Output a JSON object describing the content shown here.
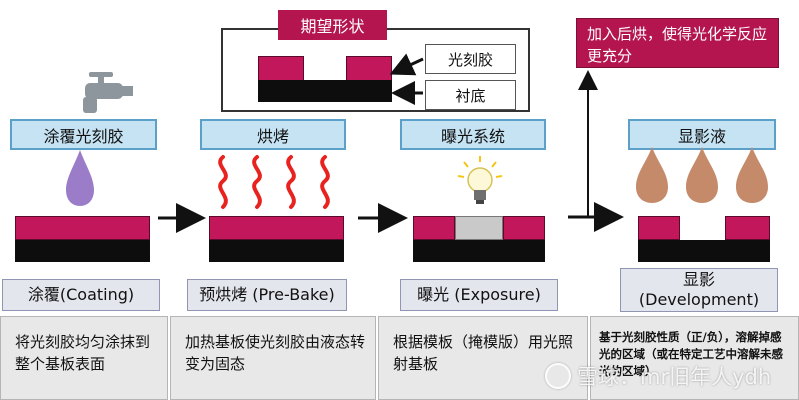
{
  "target": {
    "title": "期望形状",
    "photoresist_label": "光刻胶",
    "substrate_label": "衬底"
  },
  "post_bake_note": "加入后烘，使得光化学反应更充分",
  "steps": [
    {
      "header": "涂覆光刻胶",
      "name": "涂覆(Coating)",
      "description": "将光刻胶均匀涂抹到整个基板表面"
    },
    {
      "header": "烘烤",
      "name": "预烘烤 (Pre-Bake)",
      "description": "加热基板使光刻胶由液态转变为固态"
    },
    {
      "header": "曝光系统",
      "name": "曝光 (Exposure)",
      "description": "根据模板（掩模版）用光照射基板"
    },
    {
      "header": "显影液",
      "name_line1": "显影",
      "name_line2": "(Development)",
      "description": "基于光刻胶性质（正/负），溶解掉感光的区域（或在特定工艺中溶解未感光的区域）"
    }
  ],
  "watermark": "雪球：mr旧年人ydh",
  "colors": {
    "photoresist": "#c2185b",
    "substrate": "#0d0d0d",
    "header_fill": "#c5e3f3",
    "heat_waves": "#e8231f",
    "resist_drop": "#9b7cc8",
    "developer_drop": "#c48a6a"
  }
}
